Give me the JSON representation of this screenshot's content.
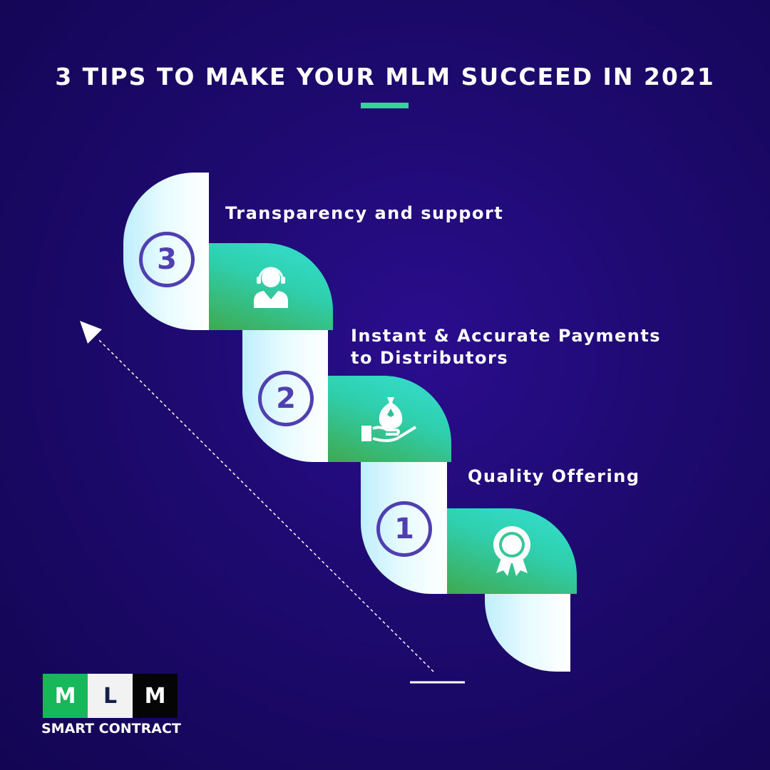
{
  "title": "3 TIPS TO MAKE YOUR MLM SUCCEED IN 2021",
  "steps": [
    {
      "number": "1",
      "label": "Quality Offering",
      "icon": "award-ribbon-icon"
    },
    {
      "number": "2",
      "label_line1": "Instant & Accurate Payments",
      "label_line2": "to Distributors",
      "icon": "money-bag-hand-icon"
    },
    {
      "number": "3",
      "label": "Transparency and support",
      "icon": "support-agent-icon"
    }
  ],
  "logo": {
    "letters": [
      "M",
      "L",
      "M"
    ],
    "subtitle": "SMART CONTRACT",
    "colors": [
      "#17b85a",
      "#f2f2f2",
      "#050505"
    ]
  }
}
